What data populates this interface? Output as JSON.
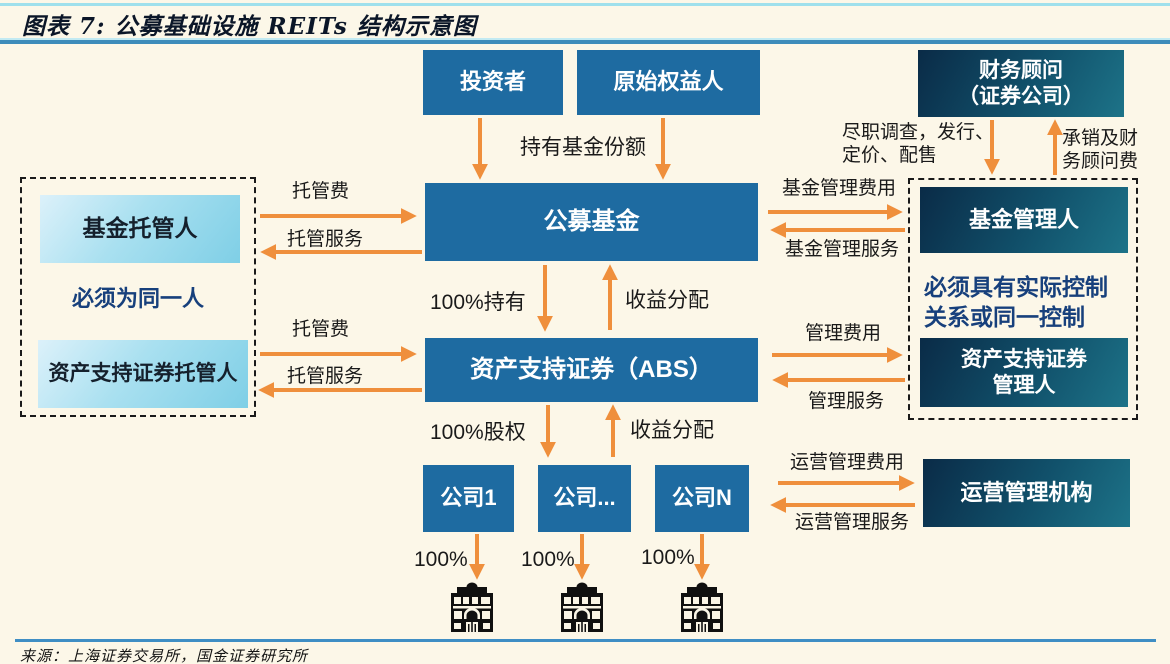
{
  "title": "图表 7: 公募基础设施 REITs 结构示意图",
  "source": "来源：上海证券交易所，国金证券研究所",
  "nodes": {
    "investors": "投资者",
    "original_equity_holder": "原始权益人",
    "financial_advisor": {
      "line1": "财务顾问",
      "line2": "（证券公司）"
    },
    "public_fund": "公募基金",
    "fund_manager": "基金管理人",
    "abs": "资产支持证券（ABS）",
    "abs_manager": {
      "line1": "资产支持证券",
      "line2": "管理人"
    },
    "company_1": "公司1",
    "company_dots": "公司...",
    "company_n": "公司N",
    "operations_manager": "运营管理机构",
    "fund_custodian": "基金托管人",
    "abs_custodian": "资产支持证券托管人"
  },
  "notes": {
    "same_person": "必须为同一人",
    "control": {
      "line1": "必须具有实际控制",
      "line2": "关系或同一控制"
    }
  },
  "edge_labels": {
    "hold_fund_shares": "持有基金份额",
    "custody_fee_top": "托管费",
    "custody_service_top": "托管服务",
    "custody_fee_bottom": "托管费",
    "custody_service_bottom": "托管服务",
    "hold_100pct": "100%持有",
    "income_distribution_top": "收益分配",
    "due_diligence": {
      "line1": "尽职调查，发行、",
      "line2": "定价、配售"
    },
    "underwriting_fee": {
      "line1": "承销及财",
      "line2": "务顾问费"
    },
    "fund_mgmt_fee": "基金管理费用",
    "fund_mgmt_service": "基金管理服务",
    "mgmt_fee": "管理费用",
    "mgmt_service": "管理服务",
    "equity_100pct": "100%股权",
    "income_distribution_bottom": "收益分配",
    "pct100_1": "100%",
    "pct100_2": "100%",
    "pct100_3": "100%",
    "ops_mgmt_fee": "运营管理费用",
    "ops_mgmt_service": "运营管理服务"
  },
  "colors": {
    "background": "#fcf7e8",
    "primary_blue": "#1e6ba1",
    "teal_gradient_start": "#0a2b47",
    "teal_gradient_end": "#1d7388",
    "light_blue_start": "#dcf1fa",
    "light_blue_end": "#7fcfe6",
    "arrow_orange": "#ef8f3c",
    "navy_note_text": "#17407c",
    "rule_blue": "#3d8cba",
    "rule_cyan": "#9fe0ec",
    "building_black": "#101010"
  }
}
